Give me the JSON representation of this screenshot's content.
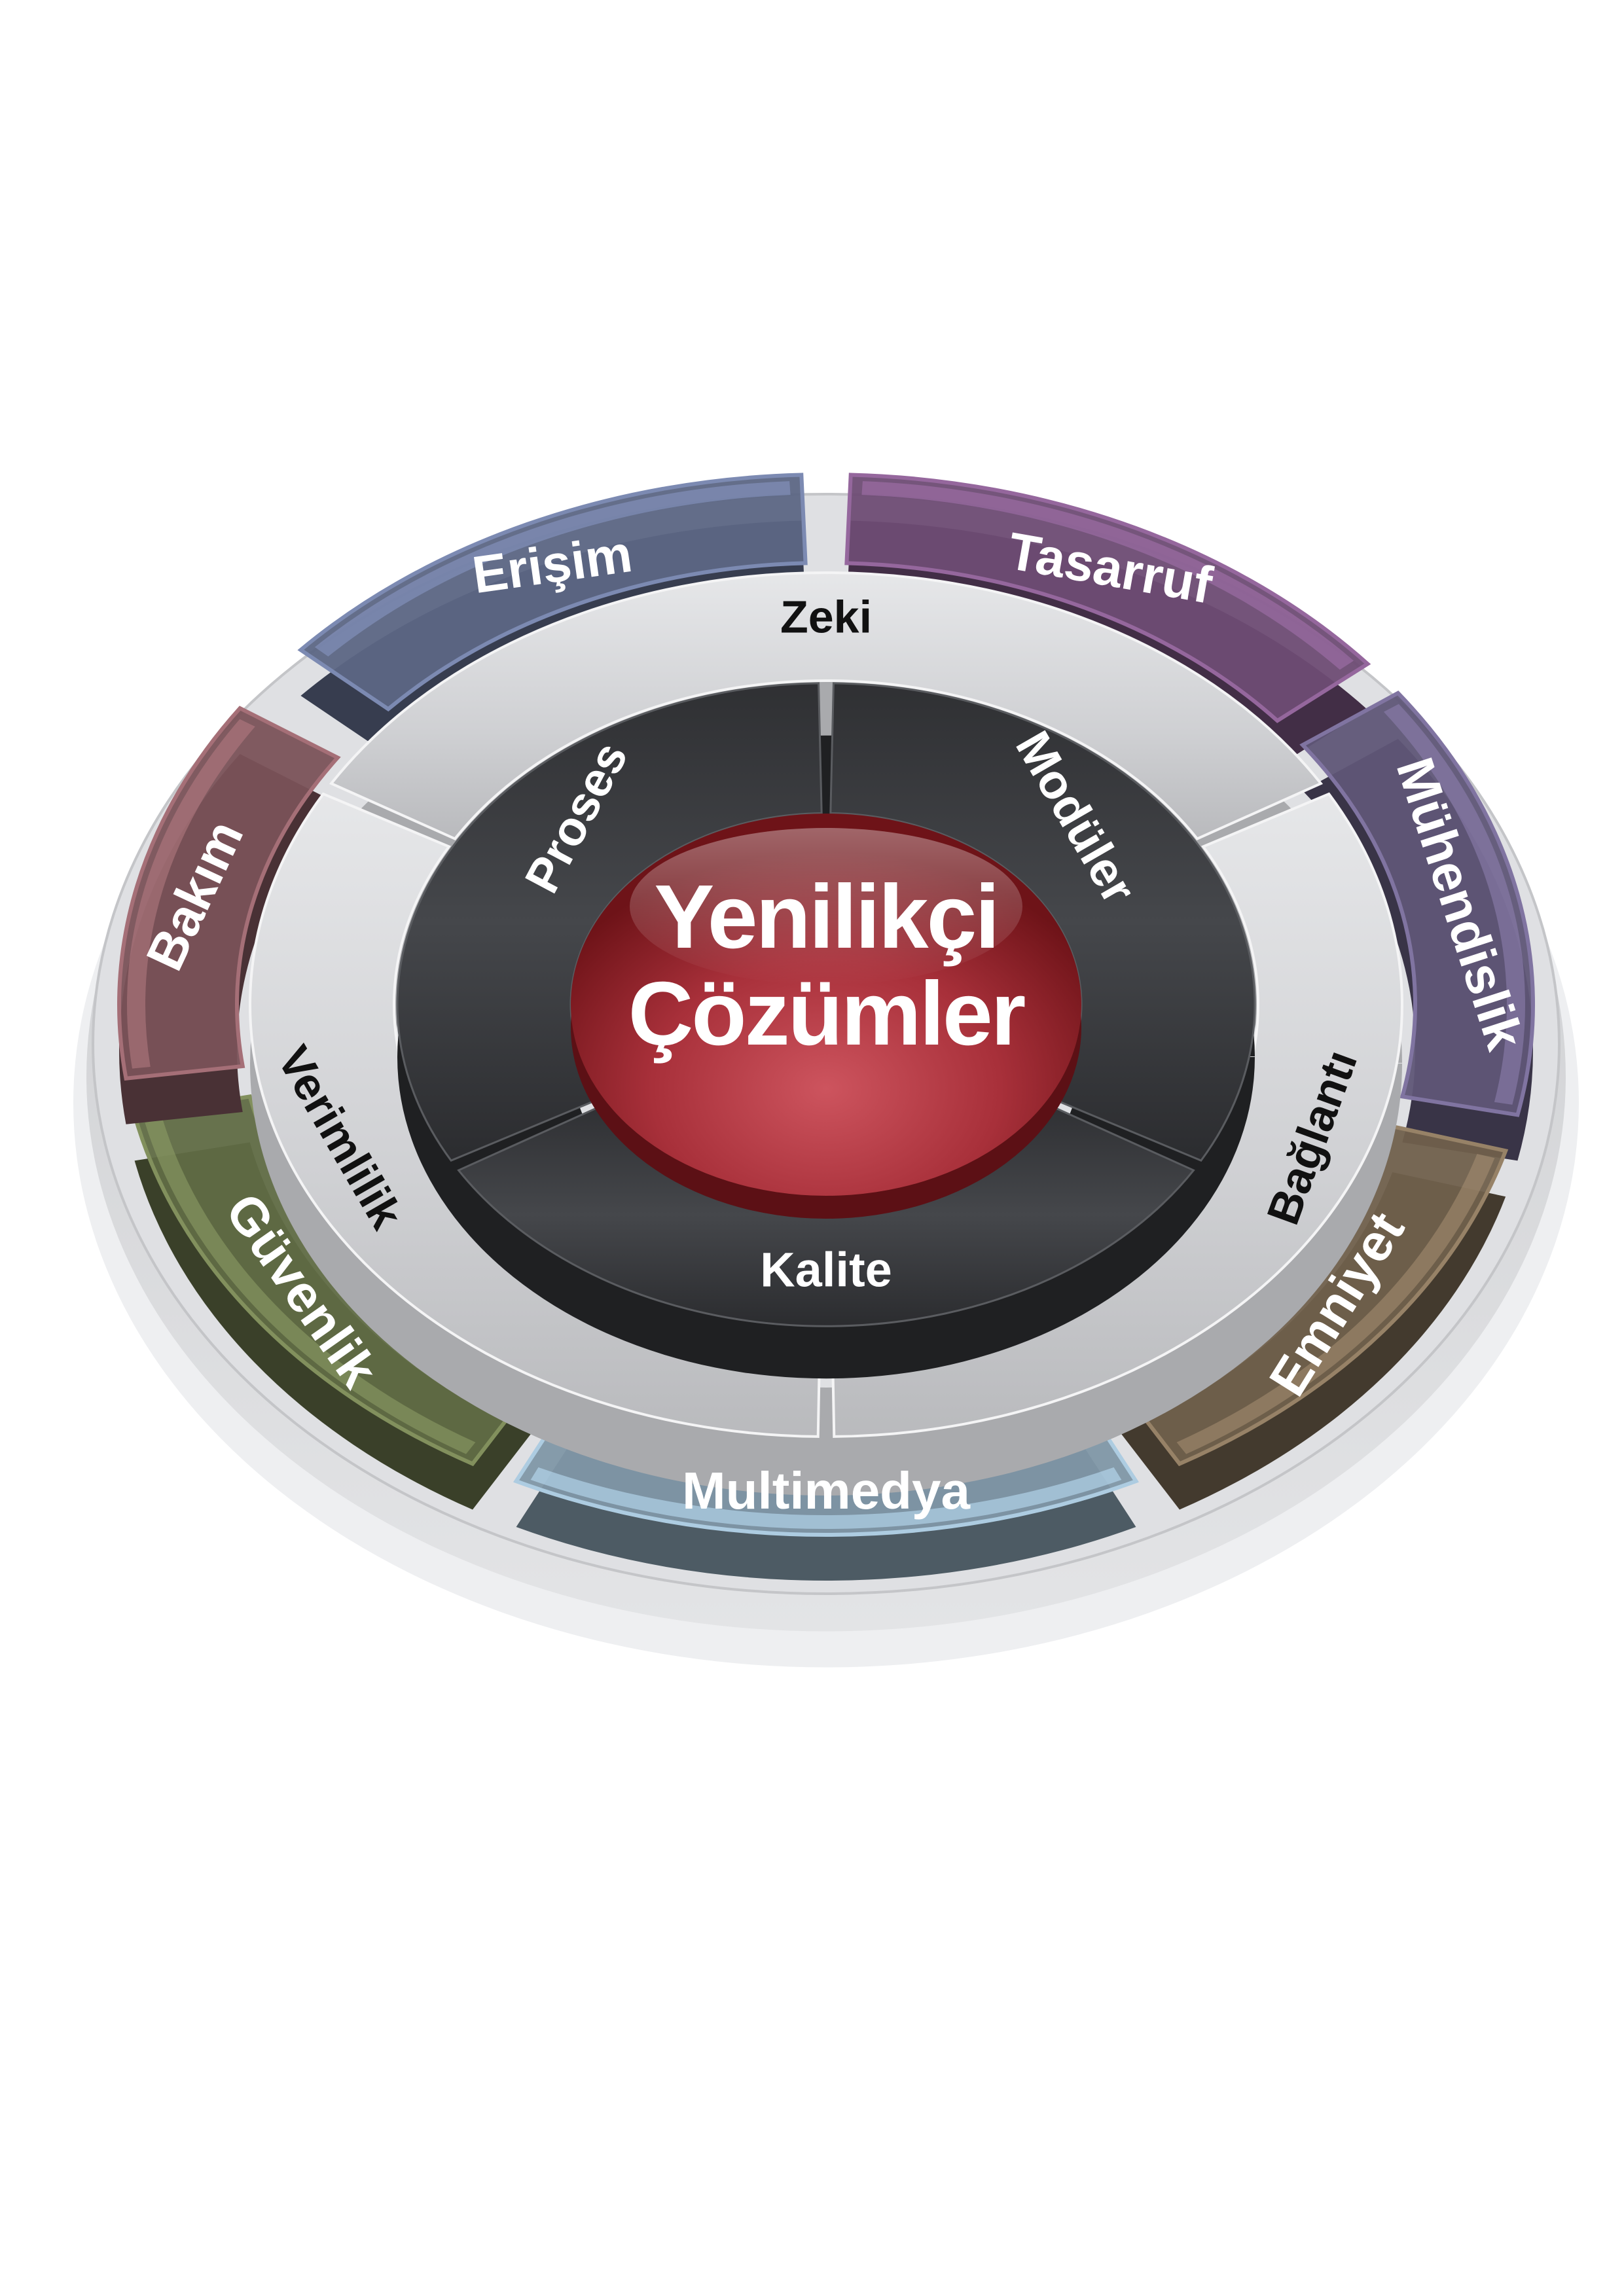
{
  "center": {
    "line1": "Yenilikçi",
    "line2": "Çözümler",
    "color": "#b0303a"
  },
  "inner_ring": {
    "color": "#3a3b3e",
    "label_color": "#ffffff",
    "segments": [
      {
        "id": "proses",
        "label": "Proses"
      },
      {
        "id": "moduler",
        "label": "Modüler"
      },
      {
        "id": "kalite",
        "label": "Kalite"
      }
    ]
  },
  "middle_ring": {
    "color": "#d8d9dc",
    "label_color": "#111111",
    "segments": [
      {
        "id": "zeki",
        "label": "Zeki"
      },
      {
        "id": "baglanti",
        "label": "Bağlantı"
      },
      {
        "id": "verimlilik",
        "label": "Verimlilik"
      }
    ]
  },
  "outer_ring": {
    "label_color": "#ffffff",
    "segments": [
      {
        "id": "erisim",
        "label": "Erişim",
        "color": "#5c6684"
      },
      {
        "id": "tasarruf",
        "label": "Tasarruf",
        "color": "#6e4c74"
      },
      {
        "id": "muhendislik",
        "label": "Mühendislik",
        "color": "#5f5677"
      },
      {
        "id": "emniyet",
        "label": "Emniyet",
        "color": "#70604c"
      },
      {
        "id": "multimedya",
        "label": "Multimedya",
        "color": "#8097a7"
      },
      {
        "id": "guvenlik",
        "label": "Güvenlik",
        "color": "#606b45"
      },
      {
        "id": "bakim",
        "label": "Bakım",
        "color": "#7a5258"
      }
    ]
  }
}
